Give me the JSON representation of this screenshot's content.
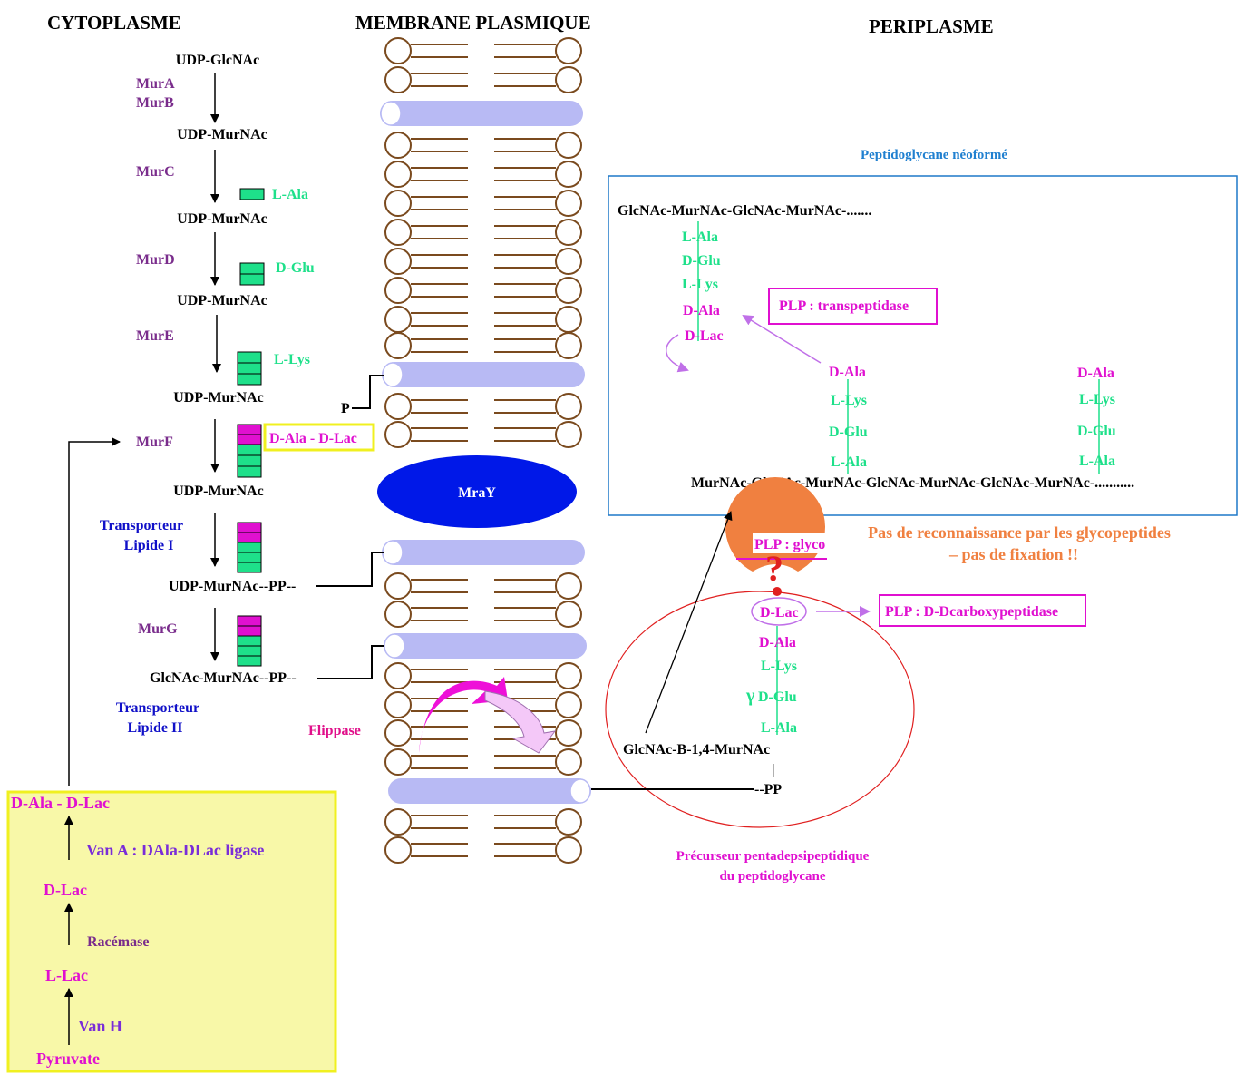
{
  "colors": {
    "enzyme": "#7a2d8c",
    "amino": "#1ee08a",
    "magenta": "#e010d0",
    "blue": "#1010c8",
    "lipid_tail": "#7a4a1e",
    "lipid_carrier": "#b8baf4",
    "mray": "#0018e8",
    "orange": "#f08040",
    "red": "#e02020",
    "box_blue": "#1e78c8",
    "yellow": "#f0f020",
    "yellow_fill": "#f8f8a8",
    "light_blue_title": "#2080d0",
    "pink": "#e0108a",
    "lilac": "#c070e8"
  },
  "headers": {
    "cytoplasm": "CYTOPLASME",
    "membrane": "MEMBRANE PLASMIQUE",
    "periplasm": "PERIPLASME"
  },
  "cytoplasm": {
    "intermediates": [
      "UDP-GlcNAc",
      "UDP-MurNAc",
      "UDP-MurNAc",
      "UDP-MurNAc",
      "UDP-MurNAc",
      "UDP-MurNAc",
      "UDP-MurNAc--PP--",
      "GlcNAc-MurNAc--PP--"
    ],
    "enzymes": {
      "mura": "MurA",
      "murb": "MurB",
      "murc": "MurC",
      "murd": "MurD",
      "mure": "MurE",
      "murf": "MurF",
      "murg": "MurG"
    },
    "residues": {
      "l_ala": "L-Ala",
      "d_glu": "D-Glu",
      "l_lys": "L-Lys",
      "dala_dlac": "D-Ala - D-Lac"
    },
    "transporter1": [
      "Transporteur",
      "Lipide I"
    ],
    "transporter2": [
      "Transporteur",
      "Lipide II"
    ],
    "flippase": "Flippase",
    "p_label": "P"
  },
  "membrane": {
    "mray": "MraY"
  },
  "resistance_box": {
    "product": "D-Ala - D-Lac",
    "vana": "Van A : DAla-DLac ligase",
    "d_lac": "D-Lac",
    "racemase": "Racémase",
    "l_lac": "L-Lac",
    "vanh": "Van H",
    "pyruvate": "Pyruvate"
  },
  "periplasm": {
    "new_pg_title": "Peptidoglycane néoformé",
    "top_chain": "GlcNAc-MurNAc-GlcNAc-MurNAc-.......",
    "top_stem": [
      "L-Ala",
      "D-Glu",
      "L-Lys",
      "D-Ala",
      "D-Lac"
    ],
    "transpeptidase": "PLP : transpeptidase",
    "stem2": [
      "D-Ala",
      "L-Lys",
      "D-Glu",
      "L-Ala"
    ],
    "stem3": [
      "D-Ala",
      "L-Lys",
      "D-Glu",
      "L-Ala"
    ],
    "bottom_chain": "MurNAc-GlcNAc-MurNAc-GlcNAc-MurNAc-GlcNAc-MurNAc-...........",
    "no_recognition_line1": "Pas de reconnaissance par les glycopeptides",
    "no_recognition_line2": "– pas de fixation !!",
    "plp_glyco": "PLP : glyco",
    "question": "?",
    "dcarboxy": "PLP : D-Dcarboxypeptidase",
    "precursor_stem": [
      "D-Lac",
      "D-Ala",
      "L-Lys",
      "D-Glu",
      "L-Ala"
    ],
    "gamma": "γ",
    "disaccharide": "GlcNAc-B-1,4-MurNAc",
    "bar": "|",
    "pp": "--PP",
    "precursor_label": [
      "Précurseur pentadepsipeptidique",
      "du peptidoglycane"
    ]
  }
}
